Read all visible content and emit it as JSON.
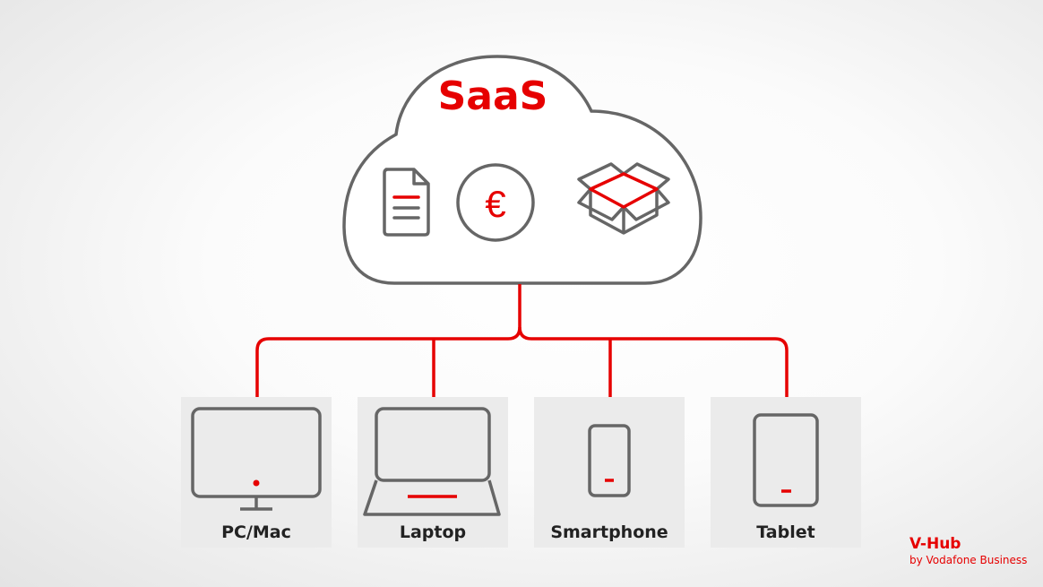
{
  "cloud": {
    "title": "SaaS",
    "icons": [
      "document-icon",
      "euro-icon",
      "box-icon"
    ]
  },
  "devices": [
    {
      "label": "PC/Mac",
      "icon": "monitor-icon"
    },
    {
      "label": "Laptop",
      "icon": "laptop-icon"
    },
    {
      "label": "Smartphone",
      "icon": "smartphone-icon"
    },
    {
      "label": "Tablet",
      "icon": "tablet-icon"
    }
  ],
  "brand": {
    "name": "V-Hub",
    "sub": "by Vodafone Business"
  },
  "colors": {
    "accent": "#e60000",
    "stroke": "#666666",
    "box": "#ebebeb"
  }
}
